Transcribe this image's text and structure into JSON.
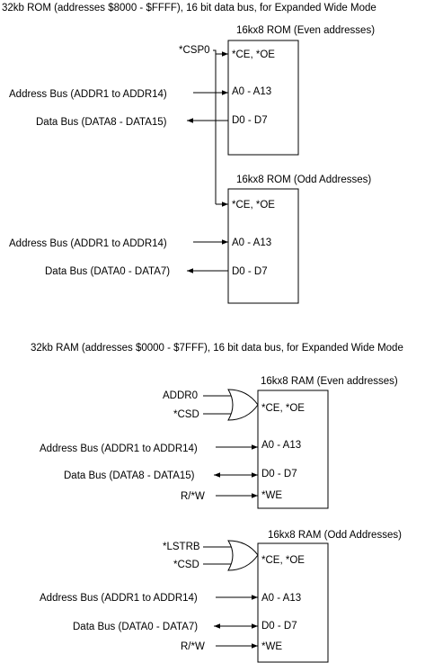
{
  "rom": {
    "title": "32kb ROM (addresses $8000 - $FFFF), 16 bit data bus, for Expanded Wide Mode",
    "even": {
      "title": "16kx8 ROM (Even addresses)",
      "pin_ce": "*CE, *OE",
      "pin_addr": "A0 - A13",
      "pin_data": "D0 - D7",
      "sig_cs": "*CSP0",
      "sig_addr": "Address Bus (ADDR1 to ADDR14)",
      "sig_data": "Data Bus (DATA8 - DATA15)"
    },
    "odd": {
      "title": "16kx8 ROM (Odd Addresses)",
      "pin_ce": "*CE, *OE",
      "pin_addr": "A0 - A13",
      "pin_data": "D0 - D7",
      "sig_addr": "Address Bus (ADDR1 to ADDR14)",
      "sig_data": "Data Bus (DATA0 - DATA7)"
    }
  },
  "ram": {
    "title": "32kb RAM (addresses $0000 - $7FFF), 16 bit data bus, for Expanded Wide Mode",
    "even": {
      "title": "16kx8 RAM (Even addresses)",
      "pin_ce": "*CE, *OE",
      "pin_addr": "A0 - A13",
      "pin_data": "D0 - D7",
      "pin_we": "*WE",
      "gate_in1": "ADDR0",
      "gate_in2": "*CSD",
      "sig_addr": "Address Bus (ADDR1 to ADDR14)",
      "sig_data": "Data Bus (DATA8 - DATA15)",
      "sig_rw": "R/*W"
    },
    "odd": {
      "title": "16kx8 RAM (Odd Addresses)",
      "pin_ce": "*CE, *OE",
      "pin_addr": "A0 - A13",
      "pin_data": "D0 - D7",
      "pin_we": "*WE",
      "gate_in1": "*LSTRB",
      "gate_in2": "*CSD",
      "sig_addr": "Address Bus (ADDR1 to ADDR14)",
      "sig_data": "Data Bus (DATA0 - DATA7)",
      "sig_rw": "R/*W"
    }
  }
}
